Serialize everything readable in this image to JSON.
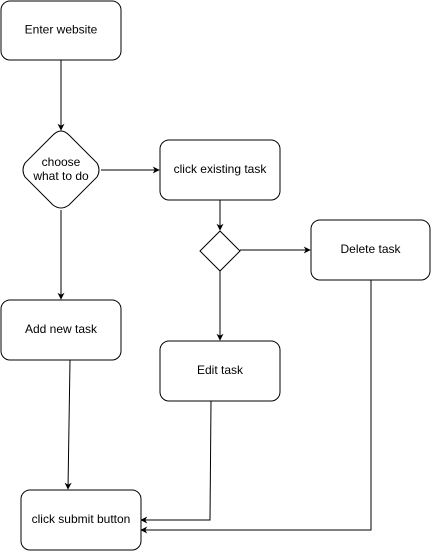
{
  "nodes": {
    "enter_website": {
      "label": "Enter website"
    },
    "choose": {
      "label_line1": "choose",
      "label_line2": "what to do"
    },
    "click_existing": {
      "label": "click existing task"
    },
    "existing_decision": {
      "label": ""
    },
    "delete_task": {
      "label": "Delete task"
    },
    "add_new_task": {
      "label": "Add new task"
    },
    "edit_task": {
      "label": "Edit task"
    },
    "click_submit": {
      "label": "click submit button"
    }
  },
  "edges": [
    {
      "from": "enter_website",
      "to": "choose"
    },
    {
      "from": "choose",
      "to": "click_existing"
    },
    {
      "from": "choose",
      "to": "add_new_task"
    },
    {
      "from": "click_existing",
      "to": "existing_decision"
    },
    {
      "from": "existing_decision",
      "to": "delete_task"
    },
    {
      "from": "existing_decision",
      "to": "edit_task"
    },
    {
      "from": "add_new_task",
      "to": "click_submit"
    },
    {
      "from": "edit_task",
      "to": "click_submit"
    },
    {
      "from": "delete_task",
      "to": "click_submit"
    }
  ],
  "colors": {
    "stroke": "#000000",
    "fill": "#ffffff",
    "background": "#ffffff"
  }
}
